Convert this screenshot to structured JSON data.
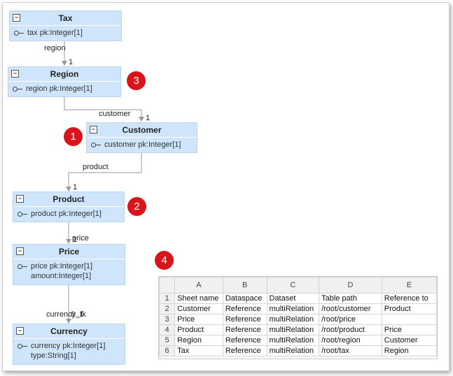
{
  "entities": {
    "tax": {
      "title": "Tax",
      "toggle": "−",
      "fields": [
        "tax pk:Integer[1]"
      ]
    },
    "region": {
      "title": "Region",
      "toggle": "−",
      "fields": [
        "region pk:Integer[1]"
      ]
    },
    "customer": {
      "title": "Customer",
      "toggle": "−",
      "fields": [
        "customer pk:Integer[1]"
      ]
    },
    "product": {
      "title": "Product",
      "toggle": "−",
      "fields": [
        "product pk:Integer[1]"
      ]
    },
    "price": {
      "title": "Price",
      "toggle": "−",
      "fields": [
        "price pk:Integer[1]",
        "amount:Integer[1]"
      ]
    },
    "currency": {
      "title": "Currency",
      "toggle": "−",
      "fields": [
        "currency pk:Integer[1]",
        "type:String[1]"
      ]
    }
  },
  "edges": {
    "tax_region": {
      "label": "region",
      "mult": "1"
    },
    "region_customer": {
      "label": "customer",
      "mult": "1"
    },
    "customer_product": {
      "label": "product",
      "mult": "1"
    },
    "product_price": {
      "label": "price",
      "mult": "1"
    },
    "price_currency": {
      "label": "currency_fk",
      "mult": "0..1"
    }
  },
  "badges": {
    "b1": "1",
    "b2": "2",
    "b3": "3",
    "b4": "4"
  },
  "colors": {
    "entity_fill": "#cfe5fb",
    "badge": "#d9141a",
    "line": "#999999"
  },
  "sheet": {
    "col_letters": [
      "A",
      "B",
      "C",
      "D",
      "E"
    ],
    "rows": [
      {
        "n": "1",
        "cells": [
          "Sheet name",
          "Dataspace",
          "Dataset",
          "Table path",
          "Reference to"
        ]
      },
      {
        "n": "2",
        "cells": [
          "Customer",
          "Reference",
          "multiRelation",
          "/root/customer",
          "Product"
        ]
      },
      {
        "n": "3",
        "cells": [
          "Price",
          "Reference",
          "multiRelation",
          "/root/price",
          ""
        ]
      },
      {
        "n": "4",
        "cells": [
          "Product",
          "Reference",
          "multiRelation",
          "/root/product",
          "Price"
        ]
      },
      {
        "n": "5",
        "cells": [
          "Region",
          "Reference",
          "multiRelation",
          "/root/region",
          "Customer"
        ]
      },
      {
        "n": "6",
        "cells": [
          "Tax",
          "Reference",
          "multiRelation",
          "/root/tax",
          "Region"
        ]
      }
    ]
  }
}
